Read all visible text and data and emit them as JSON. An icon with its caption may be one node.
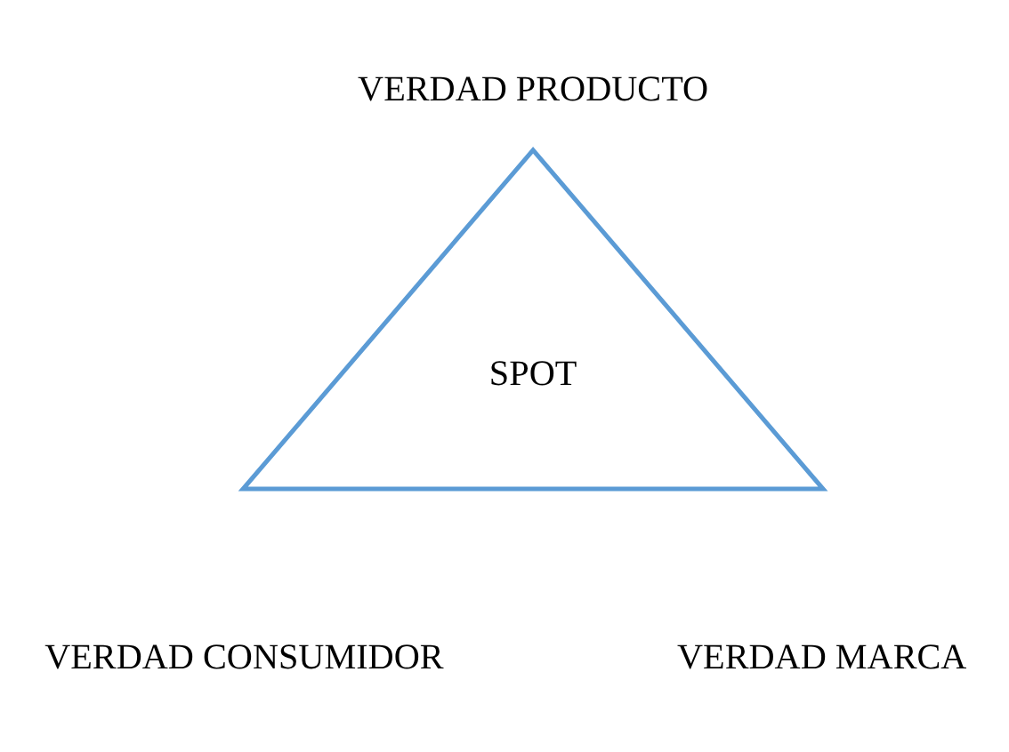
{
  "diagram": {
    "nodes": [
      {
        "text": [
          "SPOT"
        ]
      }
    ],
    "labels": [
      "VERDAD PRODUCTO",
      "VERDAD CONSUMIDOR",
      "VERDAD MARCA"
    ]
  }
}
